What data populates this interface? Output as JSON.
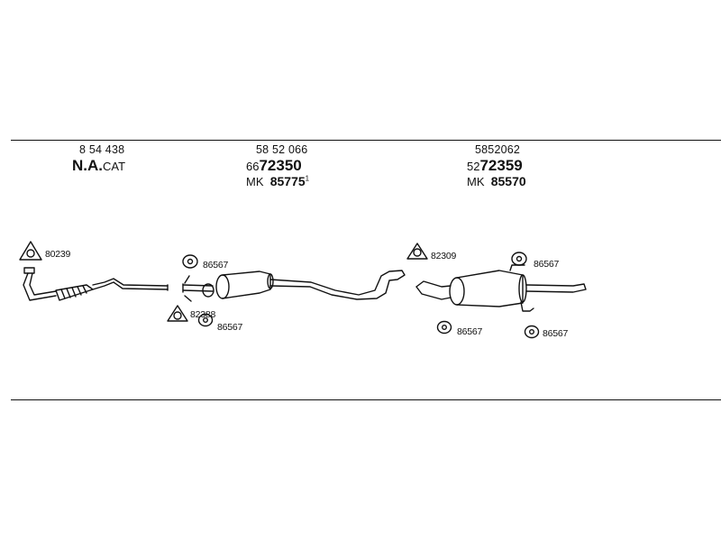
{
  "sections": [
    {
      "id": "catalyst",
      "oe_number": "8 54 438",
      "main_label": "N.A.",
      "main_suffix": "CAT",
      "callouts": {
        "bracket": "80239"
      }
    },
    {
      "id": "centre",
      "oe_number": "58 52 066",
      "part_prefix": "66",
      "part_number": "72350",
      "mk_prefix": "MK",
      "mk_number": "85775",
      "mk_footnote": "1",
      "callouts": {
        "rubber_top": "86567",
        "clamp": "82388",
        "rubber_bottom": "86567"
      }
    },
    {
      "id": "rear",
      "oe_number": "5852062",
      "part_prefix": "52",
      "part_number": "72359",
      "mk_prefix": "MK",
      "mk_number": "85570",
      "callouts": {
        "clamp": "82309",
        "rubber_top": "86567",
        "rubber_left": "86567",
        "rubber_right": "86567"
      }
    }
  ],
  "colors": {
    "line": "#111111",
    "background": "#ffffff"
  },
  "icons": [
    "clamp-icon",
    "rubber-mount-icon",
    "catalyst-icon",
    "muffler-icon"
  ]
}
